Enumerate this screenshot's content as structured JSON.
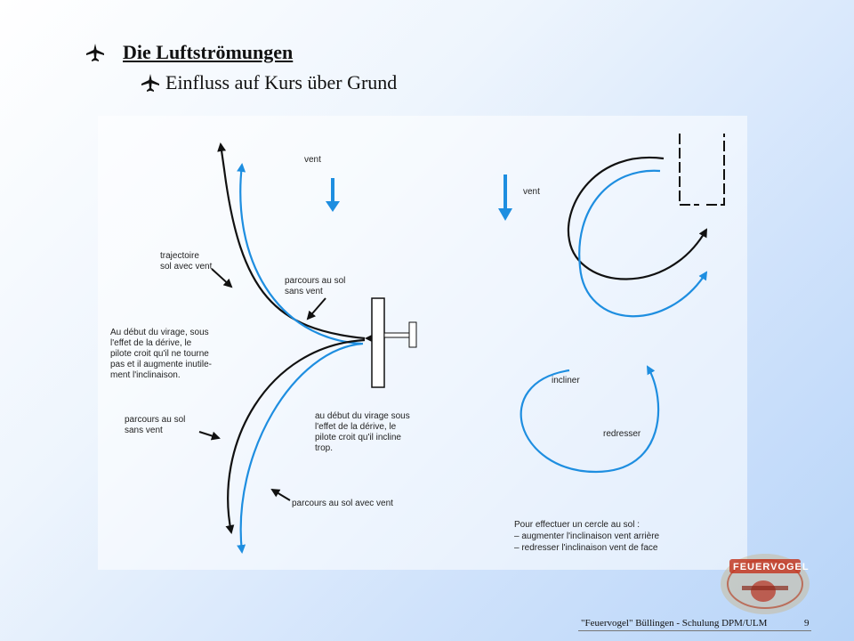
{
  "header": {
    "title": "Die Luftströmungen",
    "subtitle": "Einfluss auf Kurs über Grund"
  },
  "figure": {
    "left": {
      "vent": "vent",
      "traj_1": "trajectoire",
      "traj_2": "sol avec vent",
      "psv_top_1": "parcours au sol",
      "psv_top_2": "sans vent",
      "note1": [
        "Au début du virage, sous",
        "l'effet de la dérive, le",
        "pilote croit qu'il ne tourne",
        "pas et il augmente inutile-",
        "ment l'inclinaison."
      ],
      "psv_bot_1": "parcours au sol",
      "psv_bot_2": "sans vent",
      "note2": [
        "au début du virage sous",
        "l'effet de la dérive, le",
        "pilote croit qu'il incline",
        "trop."
      ],
      "pav": "parcours au sol avec vent"
    },
    "right": {
      "vent": "vent",
      "incliner": "incliner",
      "redresser": "redresser",
      "note": [
        "Pour effectuer un cercle au sol :",
        "–  augmenter l'inclinaison vent arrière",
        "–  redresser l'inclinaison vent de face"
      ]
    },
    "colors": {
      "black": "#111111",
      "blue": "#1e8ee0"
    }
  },
  "footer": {
    "text": "\"Feuervogel\" Büllingen - Schulung DPM/ULM",
    "page": "9"
  },
  "logo": {
    "text": "FEUERVOGEL"
  }
}
